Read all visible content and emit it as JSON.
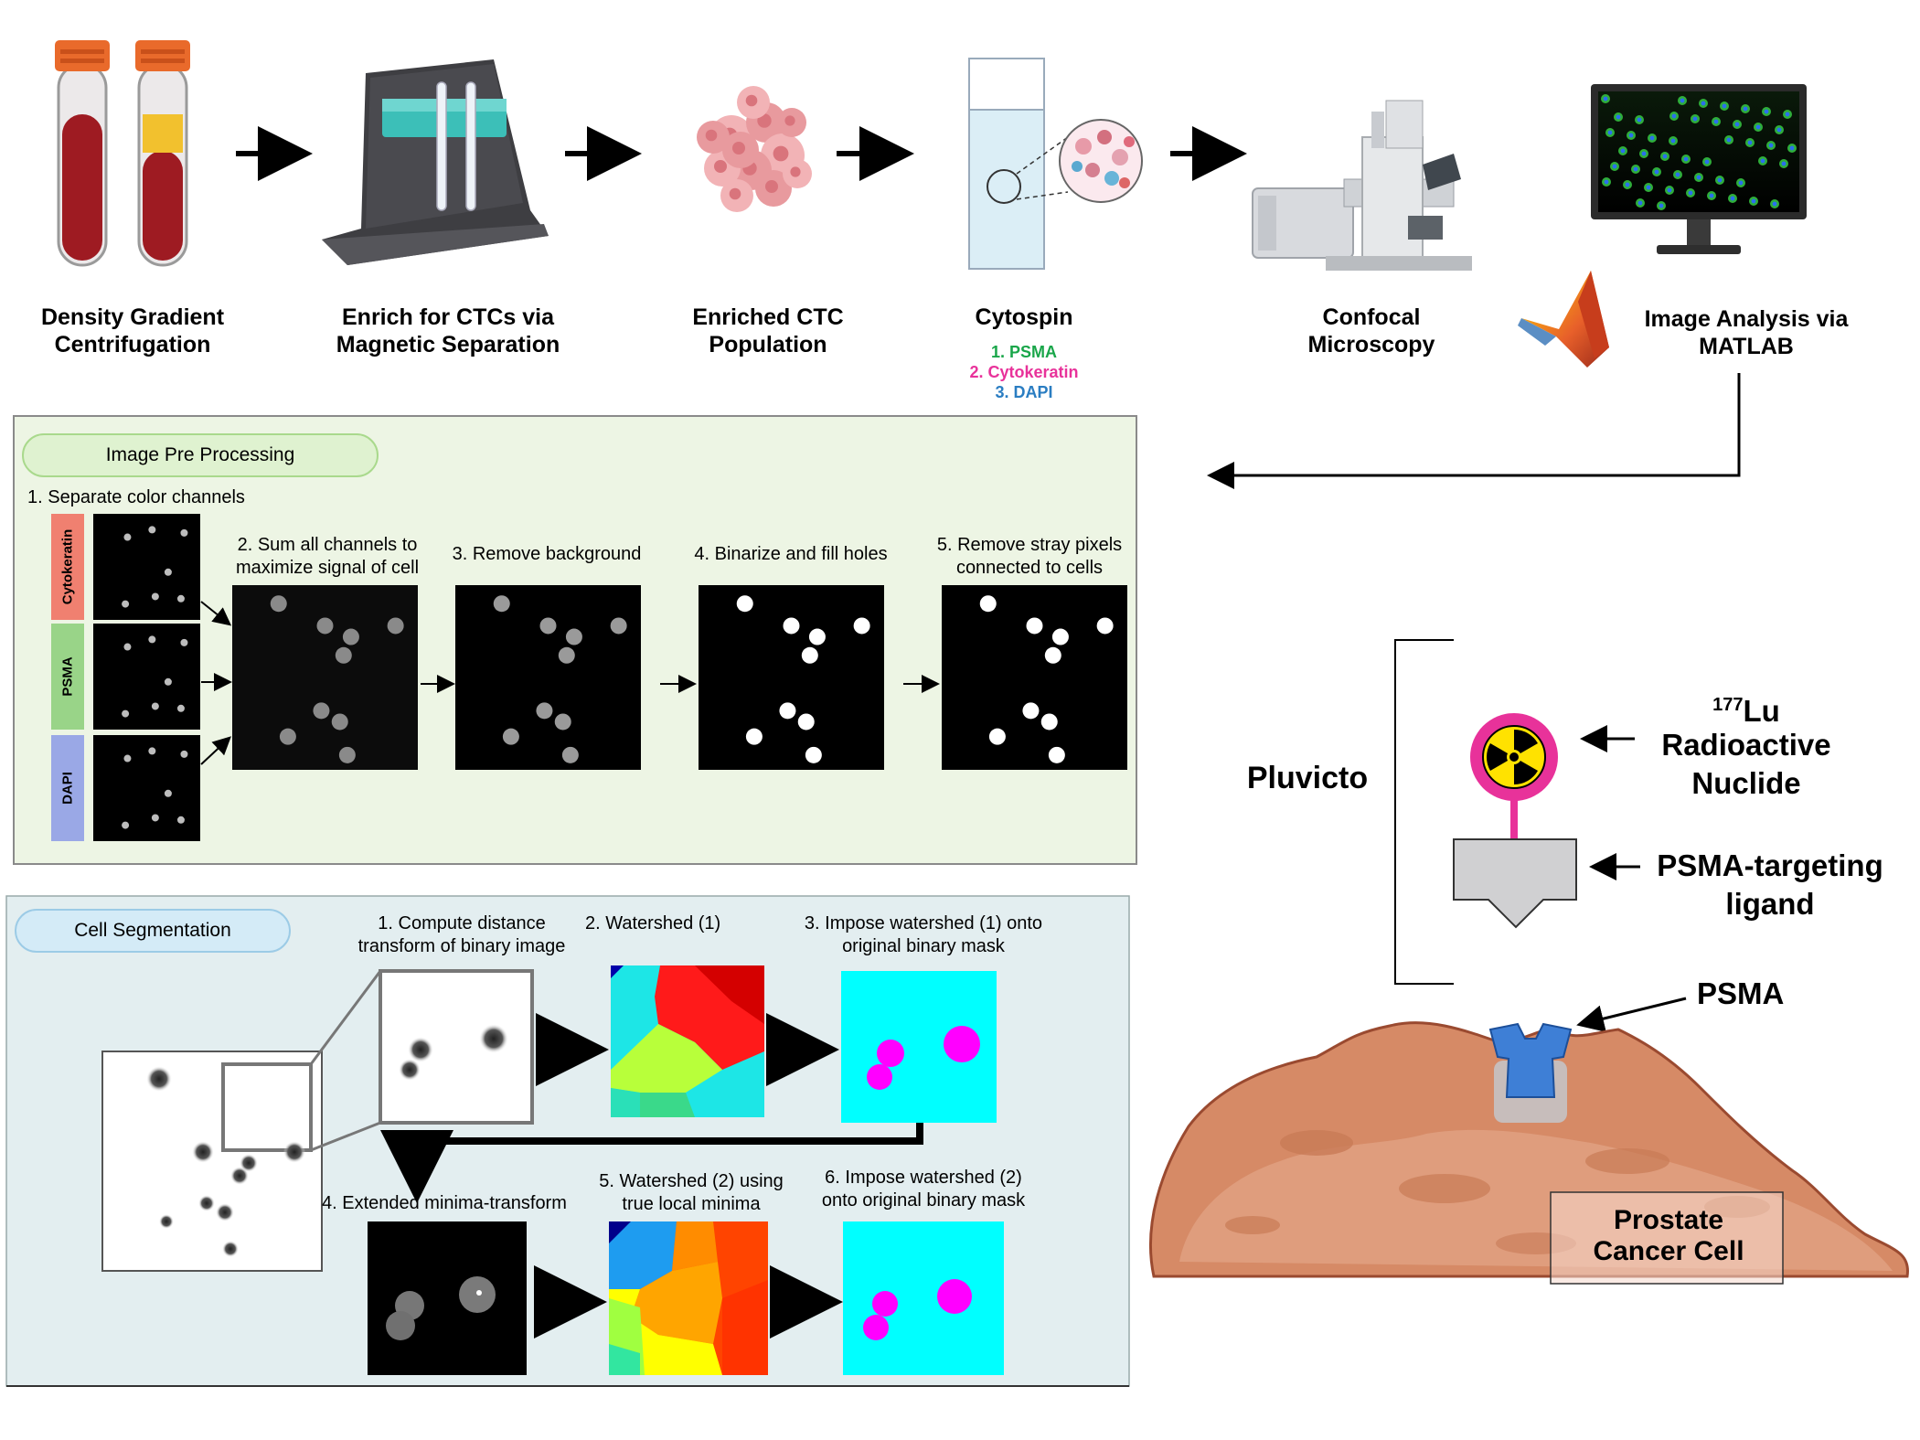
{
  "workflow": {
    "steps": [
      {
        "label": "Density Gradient Centrifugation"
      },
      {
        "label": "Enrich for CTCs via Magnetic Separation"
      },
      {
        "label": "Enriched CTC Population"
      },
      {
        "label": "Cytospin"
      },
      {
        "label": "Confocal Microscopy"
      },
      {
        "label": "Image Analysis via MATLAB"
      }
    ],
    "stains": [
      {
        "text": "1. PSMA",
        "color": "#1aa64a"
      },
      {
        "text": "2. Cytokeratin",
        "color": "#e8329a"
      },
      {
        "text": "3. DAPI",
        "color": "#2a7dc2"
      }
    ]
  },
  "preprocessing": {
    "title": "Image Pre Processing",
    "step1": "1. Separate color channels",
    "channels": [
      {
        "name": "Cytokeratin",
        "color": "#f08070"
      },
      {
        "name": "PSMA",
        "color": "#99d488"
      },
      {
        "name": "DAPI",
        "color": "#9aa8e6"
      }
    ],
    "step2": "2. Sum all channels to maximize signal of cell",
    "step3": "3. Remove background",
    "step4": "4. Binarize and fill holes",
    "step5": "5. Remove stray pixels connected to cells"
  },
  "segmentation": {
    "title": "Cell Segmentation",
    "step1": "1. Compute distance transform of binary image",
    "step2": "2. Watershed (1)",
    "step3": "3. Impose watershed (1) onto original binary mask",
    "step4": "4. Extended minima-transform",
    "step5": "5. Watershed (2) using true local minima",
    "step6": "6. Impose watershed (2) onto original binary mask"
  },
  "drug": {
    "name": "Pluvicto",
    "isotope_sup": "177",
    "isotope": "Lu",
    "nuclide_label": "Radioactive Nuclide",
    "ligand_label": "PSMA-targeting ligand",
    "receptor_label": "PSMA",
    "cell_label": "Prostate Cancer Cell"
  },
  "colors": {
    "preproc_bg": "#edf5e4",
    "preproc_pill": "#dff2d0",
    "seg_bg": "#e3eef0",
    "seg_pill": "#d4ebf7",
    "mask_cyan": "#00ffff",
    "mask_magenta": "#ff00ff",
    "tube_red": "#9e1b22",
    "cap_orange": "#e96a2b"
  }
}
